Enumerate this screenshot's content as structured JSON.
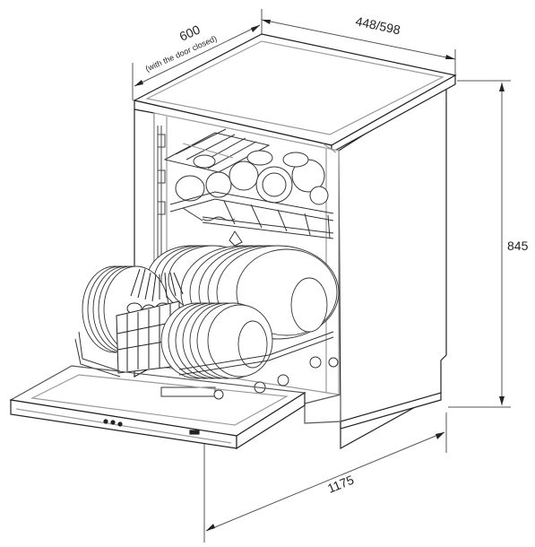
{
  "dimensions": {
    "width": "600",
    "width_note": "(with the door closed)",
    "depth": "448/598",
    "height": "845",
    "open_depth": "1175"
  },
  "colors": {
    "line": "#222222",
    "light_line": "#9a9a9a",
    "fill": "#ffffff"
  }
}
